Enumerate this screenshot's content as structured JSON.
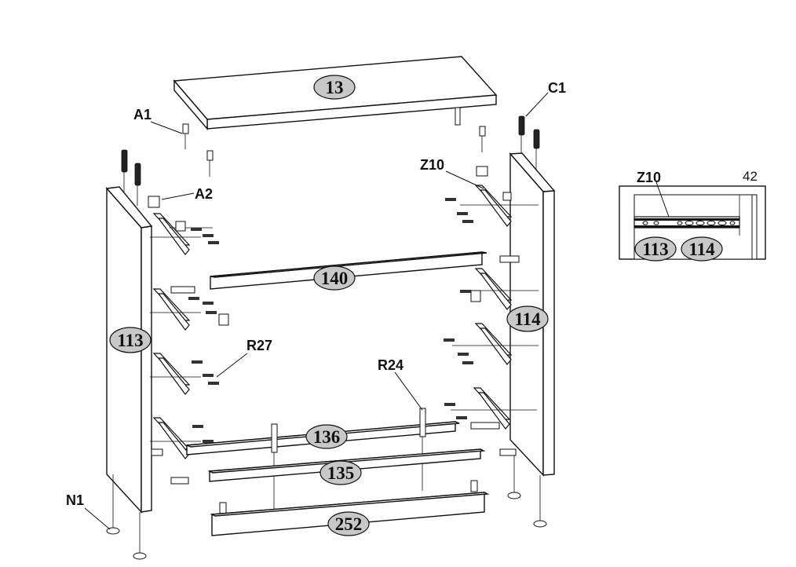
{
  "parts": {
    "p13": "13",
    "p113": "113",
    "p114": "114",
    "p140": "140",
    "p136": "136",
    "p135": "135",
    "p252": "252"
  },
  "hardware": {
    "a1": "A1",
    "a2": "A2",
    "c1": "C1",
    "z10": "Z10",
    "r27": "R27",
    "r24": "R24",
    "n1": "N1"
  },
  "detail": {
    "z10": "Z10",
    "dimension": "42",
    "p113": "113",
    "p114": "114"
  }
}
